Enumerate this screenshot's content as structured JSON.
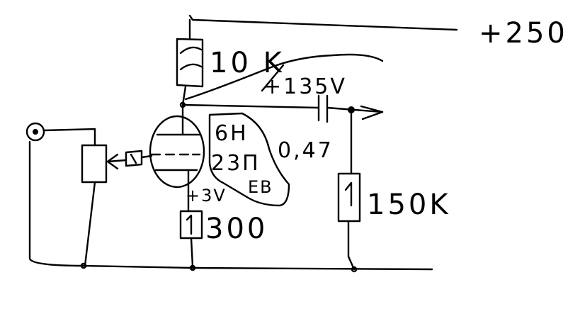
{
  "labels": {
    "supply": "+250",
    "r_anode": "10 K",
    "anode_voltage": "+135V",
    "tube_type_1": "6H",
    "tube_type_2": "23П",
    "tube_type_3": "EB",
    "capacitor": "0,47",
    "r_grid": "150K",
    "cathode_voltage": "+3V",
    "r_cathode": "300"
  },
  "colors": {
    "ink": "#000000",
    "background": "#ffffff"
  }
}
